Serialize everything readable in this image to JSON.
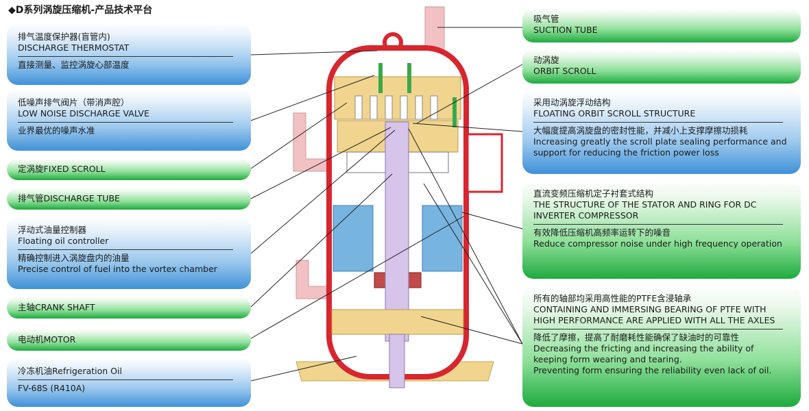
{
  "title": "◆D系列涡旋压缩机-产品技术平台",
  "left_labels": [
    {
      "cn": "排气温度保护器(盲管内)",
      "en": "DISCHARGE THERMOSTAT",
      "desc": "直接测量、监控涡旋心部温度"
    },
    {
      "cn": "低噪声排气阀片（带消声腔）",
      "en": "LOW NOISE DISCHARGE VALVE",
      "desc": "业界最优的噪声水准"
    },
    {
      "text": "定涡旋FIXED SCROLL"
    },
    {
      "text": "排气管DISCHARGE TUBE"
    },
    {
      "cn": "浮动式油量控制器",
      "en": "Floating oil controller",
      "desc": "精确控制进入涡旋盘内的油量",
      "desc_en": "Precise control of fuel into the vortex chamber"
    },
    {
      "text": "主轴CRANK SHAFT"
    },
    {
      "text": "电动机MOTOR"
    },
    {
      "cn": "冷冻机油Refrigeration Oil",
      "desc": "FV-68S (R410A)"
    }
  ],
  "right_labels": [
    {
      "cn": "吸气管",
      "en": "SUCTION TUBE"
    },
    {
      "cn": "动涡旋",
      "en": "ORBIT SCROLL"
    },
    {
      "cn": "采用动涡旋浮动结构",
      "en": "FLOATING ORBIT SCROLL STRUCTURE",
      "desc": "大幅度提高涡旋盘的密封性能，并减小上支撑摩擦功损耗",
      "desc_en": "Increasing greatly the scroll plate sealing performance and support for reducing the friction power loss"
    },
    {
      "cn": "直流变频压缩机定子衬套式结构",
      "en": "THE STRUCTURE OF THE STATOR AND RING FOR DC INVERTER COMPRESSOR",
      "desc": "有效降低压缩机高频率运转下的噪音",
      "desc_en": "Reduce compressor noise under high frequency operation"
    },
    {
      "cn": "所有的轴部均采用高性能的PTFE含浸轴承",
      "en": "CONTAINING AND IMMERSING BEARING OF PTFE WITH HIGH PERFORMANCE ARE APPLIED WITH ALL THE AXLES",
      "desc": "降低了摩擦，提高了耐磨耗性能确保了缺油时的可靠性",
      "desc_en": "Decreasing the fricting and increasing the ability of keeping form wearing and tearing.",
      "desc_en2": "Preventing form ensuring the reliability even lack of oil."
    }
  ],
  "colors": {
    "shell": "#d8262f",
    "scroll": "#f1d58f",
    "motor": "#78b4e0",
    "shaft": "#d6c4ea",
    "pipe": "#f2c1c4",
    "blue_card": "#3f91d8",
    "green_card": "#1eaa3f"
  }
}
